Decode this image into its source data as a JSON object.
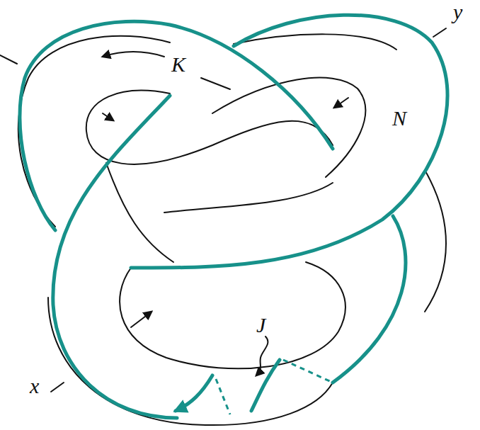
{
  "diagram": {
    "labels": [
      "y",
      "K",
      "N",
      "J",
      "x"
    ]
  }
}
